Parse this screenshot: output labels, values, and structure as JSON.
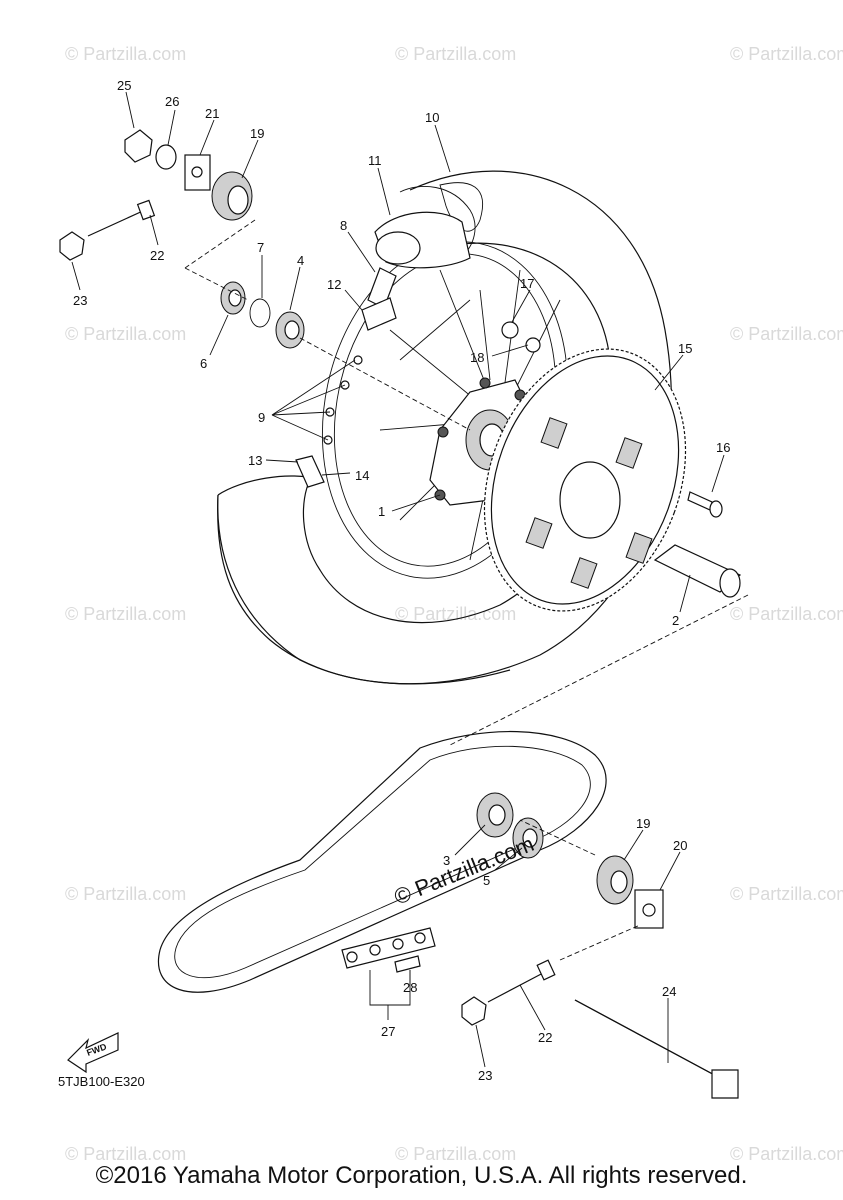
{
  "diagram": {
    "code": "5TJB100-E320",
    "fwd_label": "FWD",
    "center_watermark": "© Partzilla.com",
    "watermark_text": "© Partzilla.com",
    "callouts": [
      {
        "id": "c25",
        "label": "25"
      },
      {
        "id": "c26",
        "label": "26"
      },
      {
        "id": "c21",
        "label": "21"
      },
      {
        "id": "c19a",
        "label": "19"
      },
      {
        "id": "c22a",
        "label": "22"
      },
      {
        "id": "c23a",
        "label": "23"
      },
      {
        "id": "c10",
        "label": "10"
      },
      {
        "id": "c11",
        "label": "11"
      },
      {
        "id": "c8",
        "label": "8"
      },
      {
        "id": "c7",
        "label": "7"
      },
      {
        "id": "c4",
        "label": "4"
      },
      {
        "id": "c6",
        "label": "6"
      },
      {
        "id": "c12",
        "label": "12"
      },
      {
        "id": "c17",
        "label": "17"
      },
      {
        "id": "c18",
        "label": "18"
      },
      {
        "id": "c15",
        "label": "15"
      },
      {
        "id": "c9",
        "label": "9"
      },
      {
        "id": "c16",
        "label": "16"
      },
      {
        "id": "c13",
        "label": "13"
      },
      {
        "id": "c14",
        "label": "14"
      },
      {
        "id": "c1",
        "label": "1"
      },
      {
        "id": "c2",
        "label": "2"
      },
      {
        "id": "c3",
        "label": "3"
      },
      {
        "id": "c5",
        "label": "5"
      },
      {
        "id": "c19b",
        "label": "19"
      },
      {
        "id": "c20",
        "label": "20"
      },
      {
        "id": "c24",
        "label": "24"
      },
      {
        "id": "c28",
        "label": "28"
      },
      {
        "id": "c27",
        "label": "27"
      },
      {
        "id": "c22b",
        "label": "22"
      },
      {
        "id": "c23b",
        "label": "23"
      }
    ]
  },
  "footer": {
    "copyright": "©2016 Yamaha Motor Corporation, U.S.A. All rights reserved."
  }
}
